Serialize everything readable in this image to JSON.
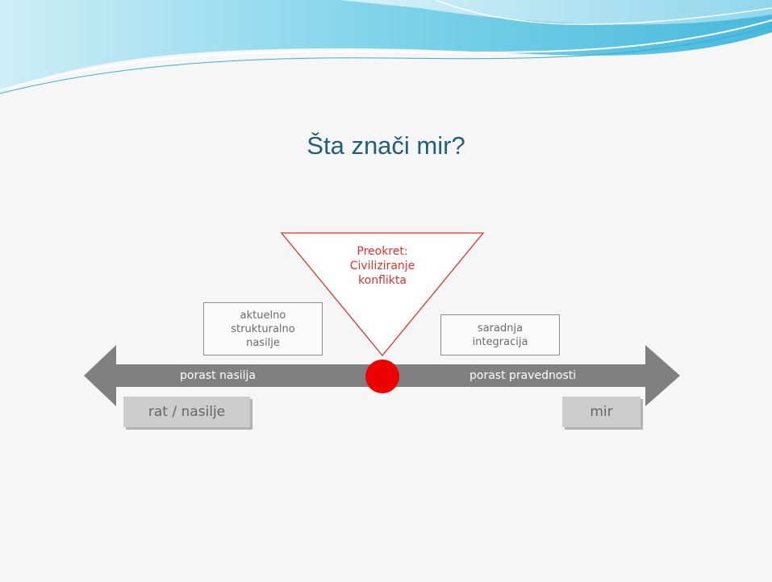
{
  "title": "Šta znači mir?",
  "triangle": {
    "text": "Preokret:\nCiviliziranje\nkonflikta"
  },
  "boxes": {
    "left": "aktuelno\nstrukturalno\nnasilje",
    "right": "saradnja\nintegracija"
  },
  "arrow": {
    "left_label": "porast nasilja",
    "right_label": "porast pravednosti"
  },
  "ends": {
    "left": "rat / nasilje",
    "right": "mir"
  },
  "colors": {
    "title": "#1f5f7a",
    "accent_red": "#ee0000",
    "arrow_gray": "#808080",
    "wave_blue": "#5fc3de"
  }
}
